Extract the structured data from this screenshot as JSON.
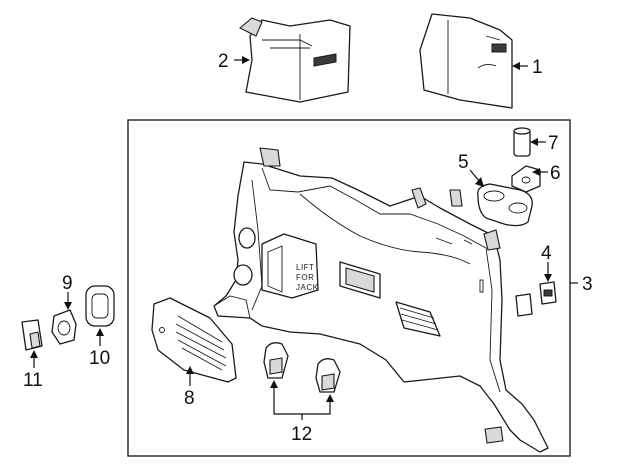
{
  "callouts": {
    "c1": "1",
    "c2": "2",
    "c3": "3",
    "c4": "4",
    "c5": "5",
    "c6": "6",
    "c7": "7",
    "c8": "8",
    "c9": "9",
    "c10": "10",
    "c11": "11",
    "c12": "12"
  },
  "panel_stamp": {
    "line1": "LIFT",
    "line2": "FOR",
    "line3": "JACK"
  },
  "colors": {
    "line": "#1a1a1a",
    "background": "#ffffff",
    "fill_light": "#d9d9d9"
  }
}
